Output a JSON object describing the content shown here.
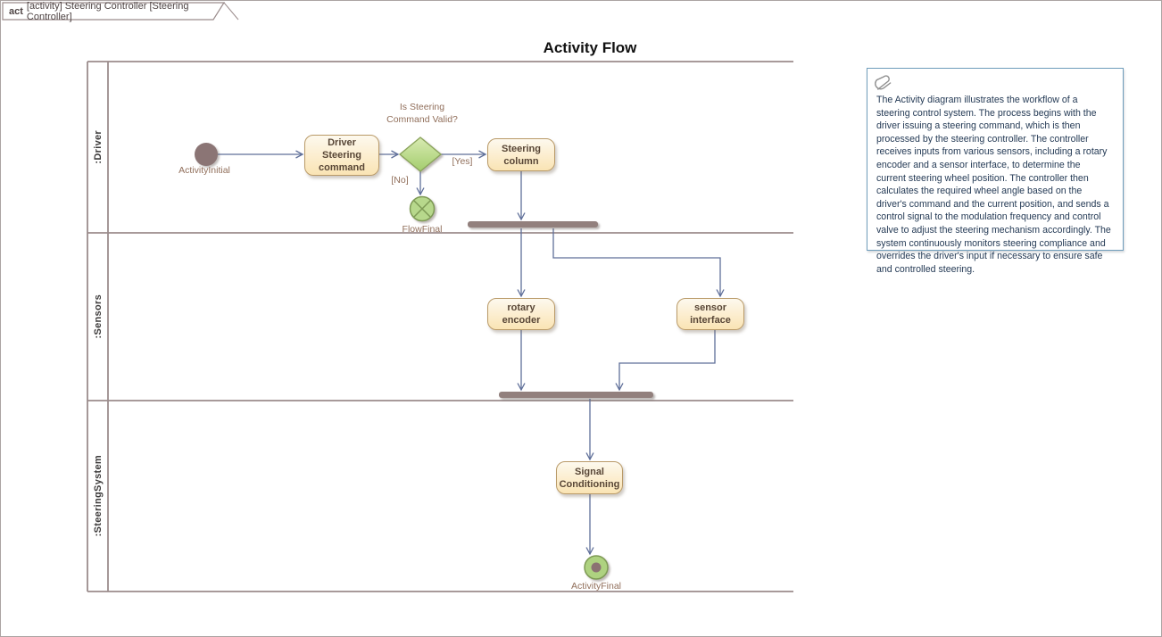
{
  "frame": {
    "tab_keyword": "act",
    "tab_text": "[activity] Steering Controller [Steering Controller]"
  },
  "title": "Activity Flow",
  "lanes": [
    {
      "label": ":Driver"
    },
    {
      "label": ":Sensors"
    },
    {
      "label": ":SteeringSystem"
    }
  ],
  "nodes": {
    "activity_initial_label": "ActivityInitial",
    "driver_steering_command": "Driver\nSteering\ncommand",
    "decision_question": "Is Steering\nCommand Valid?",
    "flow_final_label": "FlowFinal",
    "steering_column": "Steering\ncolumn",
    "rotary_encoder": "rotary\nencoder",
    "sensor_interface": "sensor\ninterface",
    "signal_conditioning": "Signal\nConditioning",
    "activity_final_label": "ActivityFinal"
  },
  "edges": {
    "yes_label": "[Yes]",
    "no_label": "[No]"
  },
  "note": {
    "text": "The Activity diagram illustrates the workflow of a steering control system. The process begins with the driver issuing a steering command, which is then processed by the steering controller. The controller receives inputs from various sensors, including a rotary encoder and a sensor interface, to determine the current steering wheel position. The controller then calculates the required wheel angle based on the driver's command and the current position, and sends a control signal to the modulation frequency and control valve to adjust the steering mechanism accordingly. The system continuously monitors steering compliance and overrides the driver's input if necessary to ensure safe and controlled steering."
  },
  "colors": {
    "activity_fill_top": "#fdf9ee",
    "activity_fill_bottom": "#fae4b4",
    "activity_border": "#b99a68",
    "decision_fill": "#a3cd6d",
    "decision_border": "#8ba45c",
    "final_green": "#aed280",
    "bar_fill": "#92807d",
    "initial_fill": "#8b7575",
    "connector": "#5f6f99",
    "lane_line": "#9b8c8c",
    "note_border": "#6f9dbb",
    "flow_label_text": "#916f5b",
    "node_text": "#584636"
  }
}
